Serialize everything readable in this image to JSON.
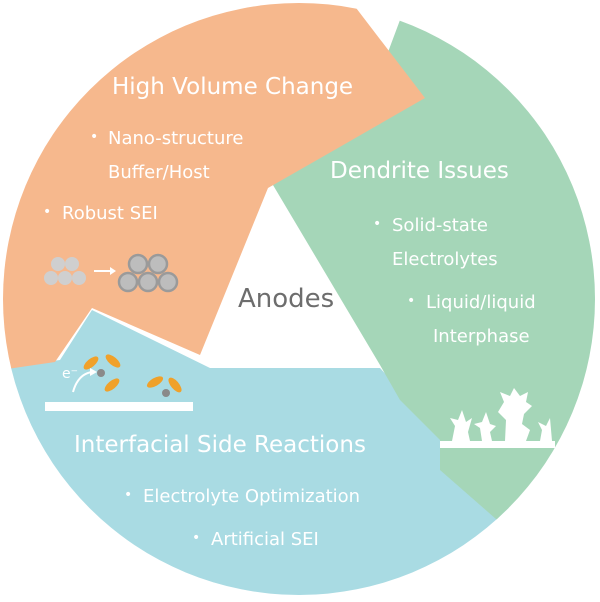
{
  "center": {
    "label": "Anodes"
  },
  "segments": [
    {
      "id": "volume",
      "title": "High Volume Change",
      "color": "#f6b88d",
      "items": [
        {
          "lines": [
            "Nano-structure",
            "Buffer/Host"
          ]
        },
        {
          "lines": [
            "Robust SEI"
          ]
        }
      ]
    },
    {
      "id": "dendrite",
      "title": "Dendrite Issues",
      "color": "#a5d6b8",
      "items": [
        {
          "lines": [
            "Solid-state",
            "Electrolytes"
          ]
        },
        {
          "lines": [
            "Liquid/liquid",
            "Interphase"
          ]
        }
      ]
    },
    {
      "id": "interfacial",
      "title": "Interfacial Side Reactions",
      "color": "#a9dbe3",
      "items": [
        {
          "lines": [
            "Electrolyte Optimization"
          ]
        },
        {
          "lines": [
            "Artificial SEI"
          ]
        }
      ]
    }
  ],
  "electron_label": "e⁻"
}
